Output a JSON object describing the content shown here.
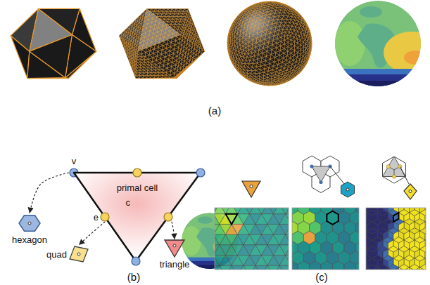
{
  "diagram": {
    "nodes": [
      {
        "text": [
          "v"
        ]
      },
      {
        "text": [
          "primal cell"
        ]
      },
      {
        "text": [
          "e"
        ]
      },
      {
        "text": [
          "c"
        ],
        "in": 1
      },
      {
        "text": [
          "hexagon"
        ]
      },
      {
        "text": [
          "quad"
        ]
      },
      {
        "text": [
          "triangle"
        ]
      }
    ],
    "edges": [
      {
        "from": 0,
        "to": 4,
        "arrow": "to"
      },
      {
        "from": 2,
        "to": 5,
        "arrow": "to"
      },
      {
        "from": 3,
        "to": 6,
        "arrow": "to"
      }
    ],
    "labels": [
      "(a)",
      "(b)",
      "(c)"
    ]
  }
}
